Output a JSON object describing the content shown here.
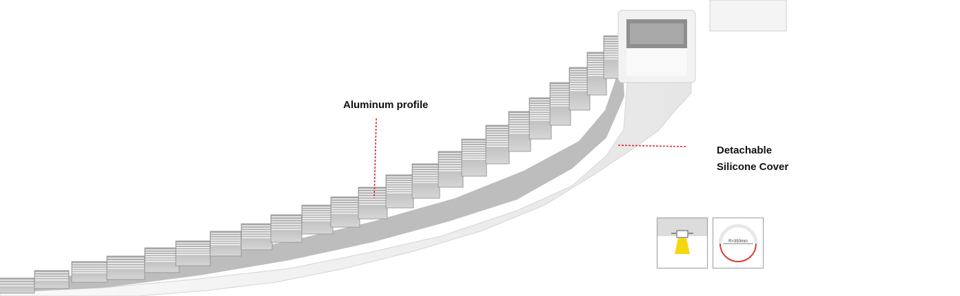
{
  "labels": {
    "aluminum_profile": "Aluminum profile",
    "cover_line1": "Detachable",
    "cover_line2": "Silicone Cover"
  },
  "icons": {
    "install": "recessed-install-icon",
    "bend": "bend-radius-icon",
    "bend_text": "R>350mm"
  },
  "colors": {
    "leader_line": "#e3262f",
    "light_beam": "#f4d70e",
    "bend_circle": "#d93b2e",
    "aluminum": "#b9b9b9",
    "silicone": "#f3f3f3"
  }
}
